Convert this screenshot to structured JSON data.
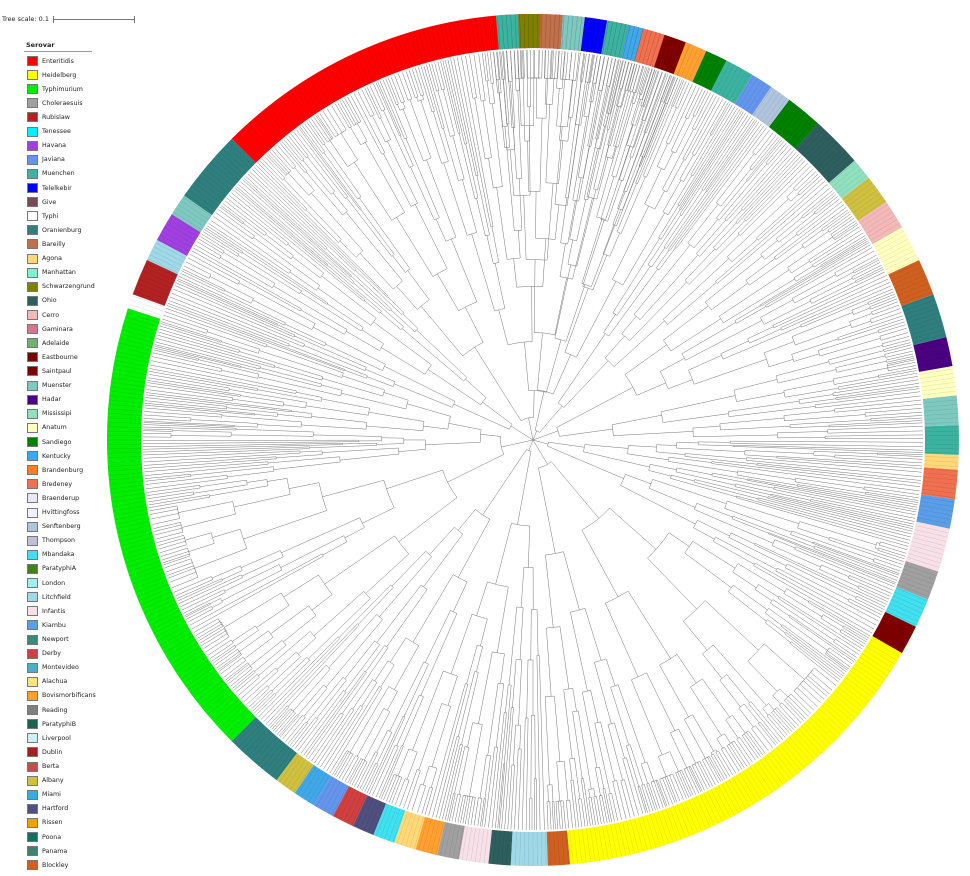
{
  "scale": {
    "label": "Tree scale: 0.1"
  },
  "legend": {
    "title": "Serovar",
    "items": [
      {
        "label": "Enteritidis",
        "color": "#ff0000"
      },
      {
        "label": "Heidelberg",
        "color": "#ffff00"
      },
      {
        "label": "Typhimurium",
        "color": "#00ee00"
      },
      {
        "label": "Choleraesuis",
        "color": "#a0a0a0"
      },
      {
        "label": "Rubislaw",
        "color": "#b22222"
      },
      {
        "label": "Tenessee",
        "color": "#00f0ff"
      },
      {
        "label": "Havana",
        "color": "#a040e0"
      },
      {
        "label": "Javiana",
        "color": "#6495ed"
      },
      {
        "label": "Muenchen",
        "color": "#3cb3a0"
      },
      {
        "label": "Telelkebir",
        "color": "#0000ff"
      },
      {
        "label": "Give",
        "color": "#7b4a5a"
      },
      {
        "label": "Typhi",
        "color": "#ffffff"
      },
      {
        "label": "Oranienburg",
        "color": "#2f7f7f"
      },
      {
        "label": "Bareilly",
        "color": "#c0704a"
      },
      {
        "label": "Agona",
        "color": "#ffd878"
      },
      {
        "label": "Manhattan",
        "color": "#80f0d0"
      },
      {
        "label": "Schwarzengrund",
        "color": "#808000"
      },
      {
        "label": "Ohio",
        "color": "#2e5e5e"
      },
      {
        "label": "Cerro",
        "color": "#f4b8b8"
      },
      {
        "label": "Gaminara",
        "color": "#d07a8a"
      },
      {
        "label": "Adelaide",
        "color": "#70b070"
      },
      {
        "label": "Eastbourne",
        "color": "#7a0000"
      },
      {
        "label": "Saintpaul",
        "color": "#800000"
      },
      {
        "label": "Muenster",
        "color": "#7ec8c0"
      },
      {
        "label": "Hadar",
        "color": "#4b0082"
      },
      {
        "label": "Mississipi",
        "color": "#90e0c0"
      },
      {
        "label": "Anatum",
        "color": "#ffffc0"
      },
      {
        "label": "Sandiego",
        "color": "#008000"
      },
      {
        "label": "Kentucky",
        "color": "#40a8e8"
      },
      {
        "label": "Brandenburg",
        "color": "#ff8020"
      },
      {
        "label": "Bredeney",
        "color": "#f07050"
      },
      {
        "label": "Braenderup",
        "color": "#e8e8f8"
      },
      {
        "label": "Hvittingfoss",
        "color": "#f0f0ff"
      },
      {
        "label": "Senftenberg",
        "color": "#b0c4de"
      },
      {
        "label": "Thompson",
        "color": "#c0c0d8"
      },
      {
        "label": "Mbandaka",
        "color": "#40e0f0"
      },
      {
        "label": "ParatyphiA",
        "color": "#408020"
      },
      {
        "label": "London",
        "color": "#a0f0f0"
      },
      {
        "label": "Litchfield",
        "color": "#a0d8e8"
      },
      {
        "label": "Infantis",
        "color": "#f8e0e8"
      },
      {
        "label": "Kiambu",
        "color": "#5a9ee8"
      },
      {
        "label": "Newport",
        "color": "#3a8a7a"
      },
      {
        "label": "Derby",
        "color": "#d04040"
      },
      {
        "label": "Montevideo",
        "color": "#48b0c0"
      },
      {
        "label": "Alachua",
        "color": "#ffe080"
      },
      {
        "label": "Bovismorbificans",
        "color": "#ffa030"
      },
      {
        "label": "Reading",
        "color": "#808080"
      },
      {
        "label": "ParatyphiB",
        "color": "#206050"
      },
      {
        "label": "Liverpool",
        "color": "#d0f0f8"
      },
      {
        "label": "Dublin",
        "color": "#a02020"
      },
      {
        "label": "Berta",
        "color": "#c05050"
      },
      {
        "label": "Albany",
        "color": "#d0c040"
      },
      {
        "label": "Miami",
        "color": "#30b0e0"
      },
      {
        "label": "Hartford",
        "color": "#505080"
      },
      {
        "label": "Rissen",
        "color": "#f0a000"
      },
      {
        "label": "Poona",
        "color": "#107060"
      },
      {
        "label": "Panama",
        "color": "#408070"
      },
      {
        "label": "Blockley",
        "color": "#d06020"
      }
    ]
  },
  "ring_segments": [
    {
      "start": 272,
      "end": 292,
      "color": "#ff0000"
    },
    {
      "start": 225,
      "end": 272,
      "color": "#ff0000"
    },
    {
      "start": 215,
      "end": 225,
      "color": "#2f7f7f"
    },
    {
      "start": 212,
      "end": 215,
      "color": "#7ec8c0"
    },
    {
      "start": 208,
      "end": 212,
      "color": "#a040e0"
    },
    {
      "start": 205,
      "end": 208,
      "color": "#a0d8e8"
    },
    {
      "start": 200,
      "end": 205,
      "color": "#b22222"
    },
    {
      "start": 177,
      "end": 198,
      "color": "#00ee00"
    },
    {
      "start": 135,
      "end": 177,
      "color": "#00ee00"
    },
    {
      "start": 127,
      "end": 135,
      "color": "#2f7f7f"
    },
    {
      "start": 124,
      "end": 127,
      "color": "#d0c040"
    },
    {
      "start": 121,
      "end": 124,
      "color": "#40a8e8"
    },
    {
      "start": 118,
      "end": 121,
      "color": "#6495ed"
    },
    {
      "start": 115,
      "end": 118,
      "color": "#d04040"
    },
    {
      "start": 112,
      "end": 115,
      "color": "#505080"
    },
    {
      "start": 109,
      "end": 112,
      "color": "#40e0f0"
    },
    {
      "start": 106,
      "end": 109,
      "color": "#ffd878"
    },
    {
      "start": 103,
      "end": 106,
      "color": "#ffa030"
    },
    {
      "start": 100,
      "end": 103,
      "color": "#a0a0a0"
    },
    {
      "start": 96,
      "end": 100,
      "color": "#f8e0e8"
    },
    {
      "start": 93,
      "end": 96,
      "color": "#2e5e5e"
    },
    {
      "start": 88,
      "end": 93,
      "color": "#a0d8e8"
    },
    {
      "start": 85,
      "end": 88,
      "color": "#d06020"
    },
    {
      "start": 50,
      "end": 85,
      "color": "#ffff00"
    },
    {
      "start": 30,
      "end": 50,
      "color": "#ffff00"
    },
    {
      "start": 26,
      "end": 30,
      "color": "#800000"
    },
    {
      "start": 22,
      "end": 26,
      "color": "#40e0f0"
    },
    {
      "start": 18,
      "end": 22,
      "color": "#a0a0a0"
    },
    {
      "start": 12,
      "end": 18,
      "color": "#f8e0e8"
    },
    {
      "start": 8,
      "end": 12,
      "color": "#5a9ee8"
    },
    {
      "start": 4,
      "end": 8,
      "color": "#f07050"
    },
    {
      "start": 2,
      "end": 4,
      "color": "#ffd878"
    },
    {
      "start": -2,
      "end": 2,
      "color": "#3cb3a0"
    },
    {
      "start": -6,
      "end": -2,
      "color": "#7ec8c0"
    },
    {
      "start": -10,
      "end": -6,
      "color": "#ffffc0"
    },
    {
      "start": -14,
      "end": -10,
      "color": "#4b0082"
    },
    {
      "start": -20,
      "end": -14,
      "color": "#2f7f7f"
    },
    {
      "start": -25,
      "end": -20,
      "color": "#d06020"
    },
    {
      "start": -30,
      "end": -25,
      "color": "#ffffc0"
    },
    {
      "start": -34,
      "end": -30,
      "color": "#f4b8b8"
    },
    {
      "start": -38,
      "end": -34,
      "color": "#d0c040"
    },
    {
      "start": -41,
      "end": -38,
      "color": "#90e0c0"
    },
    {
      "start": -48,
      "end": -41,
      "color": "#2e5e5e"
    },
    {
      "start": -53,
      "end": -48,
      "color": "#008000"
    },
    {
      "start": -56,
      "end": -53,
      "color": "#b0c4de"
    },
    {
      "start": -59,
      "end": -56,
      "color": "#6495ed"
    },
    {
      "start": -63,
      "end": -59,
      "color": "#3cb3a0"
    },
    {
      "start": -66,
      "end": -63,
      "color": "#008000"
    },
    {
      "start": -69,
      "end": -66,
      "color": "#ffa030"
    },
    {
      "start": -72,
      "end": -69,
      "color": "#800000"
    },
    {
      "start": -75,
      "end": -72,
      "color": "#f07050"
    },
    {
      "start": -77,
      "end": -75,
      "color": "#40a8e8"
    },
    {
      "start": -80,
      "end": -77,
      "color": "#3cb3a0"
    },
    {
      "start": -83,
      "end": -80,
      "color": "#0000ff"
    },
    {
      "start": -86,
      "end": -83,
      "color": "#7ec8c0"
    },
    {
      "start": -89,
      "end": -86,
      "color": "#c0704a"
    },
    {
      "start": -92,
      "end": -89,
      "color": "#808000"
    },
    {
      "start": -95,
      "end": -92,
      "color": "#3cb3a0"
    }
  ]
}
